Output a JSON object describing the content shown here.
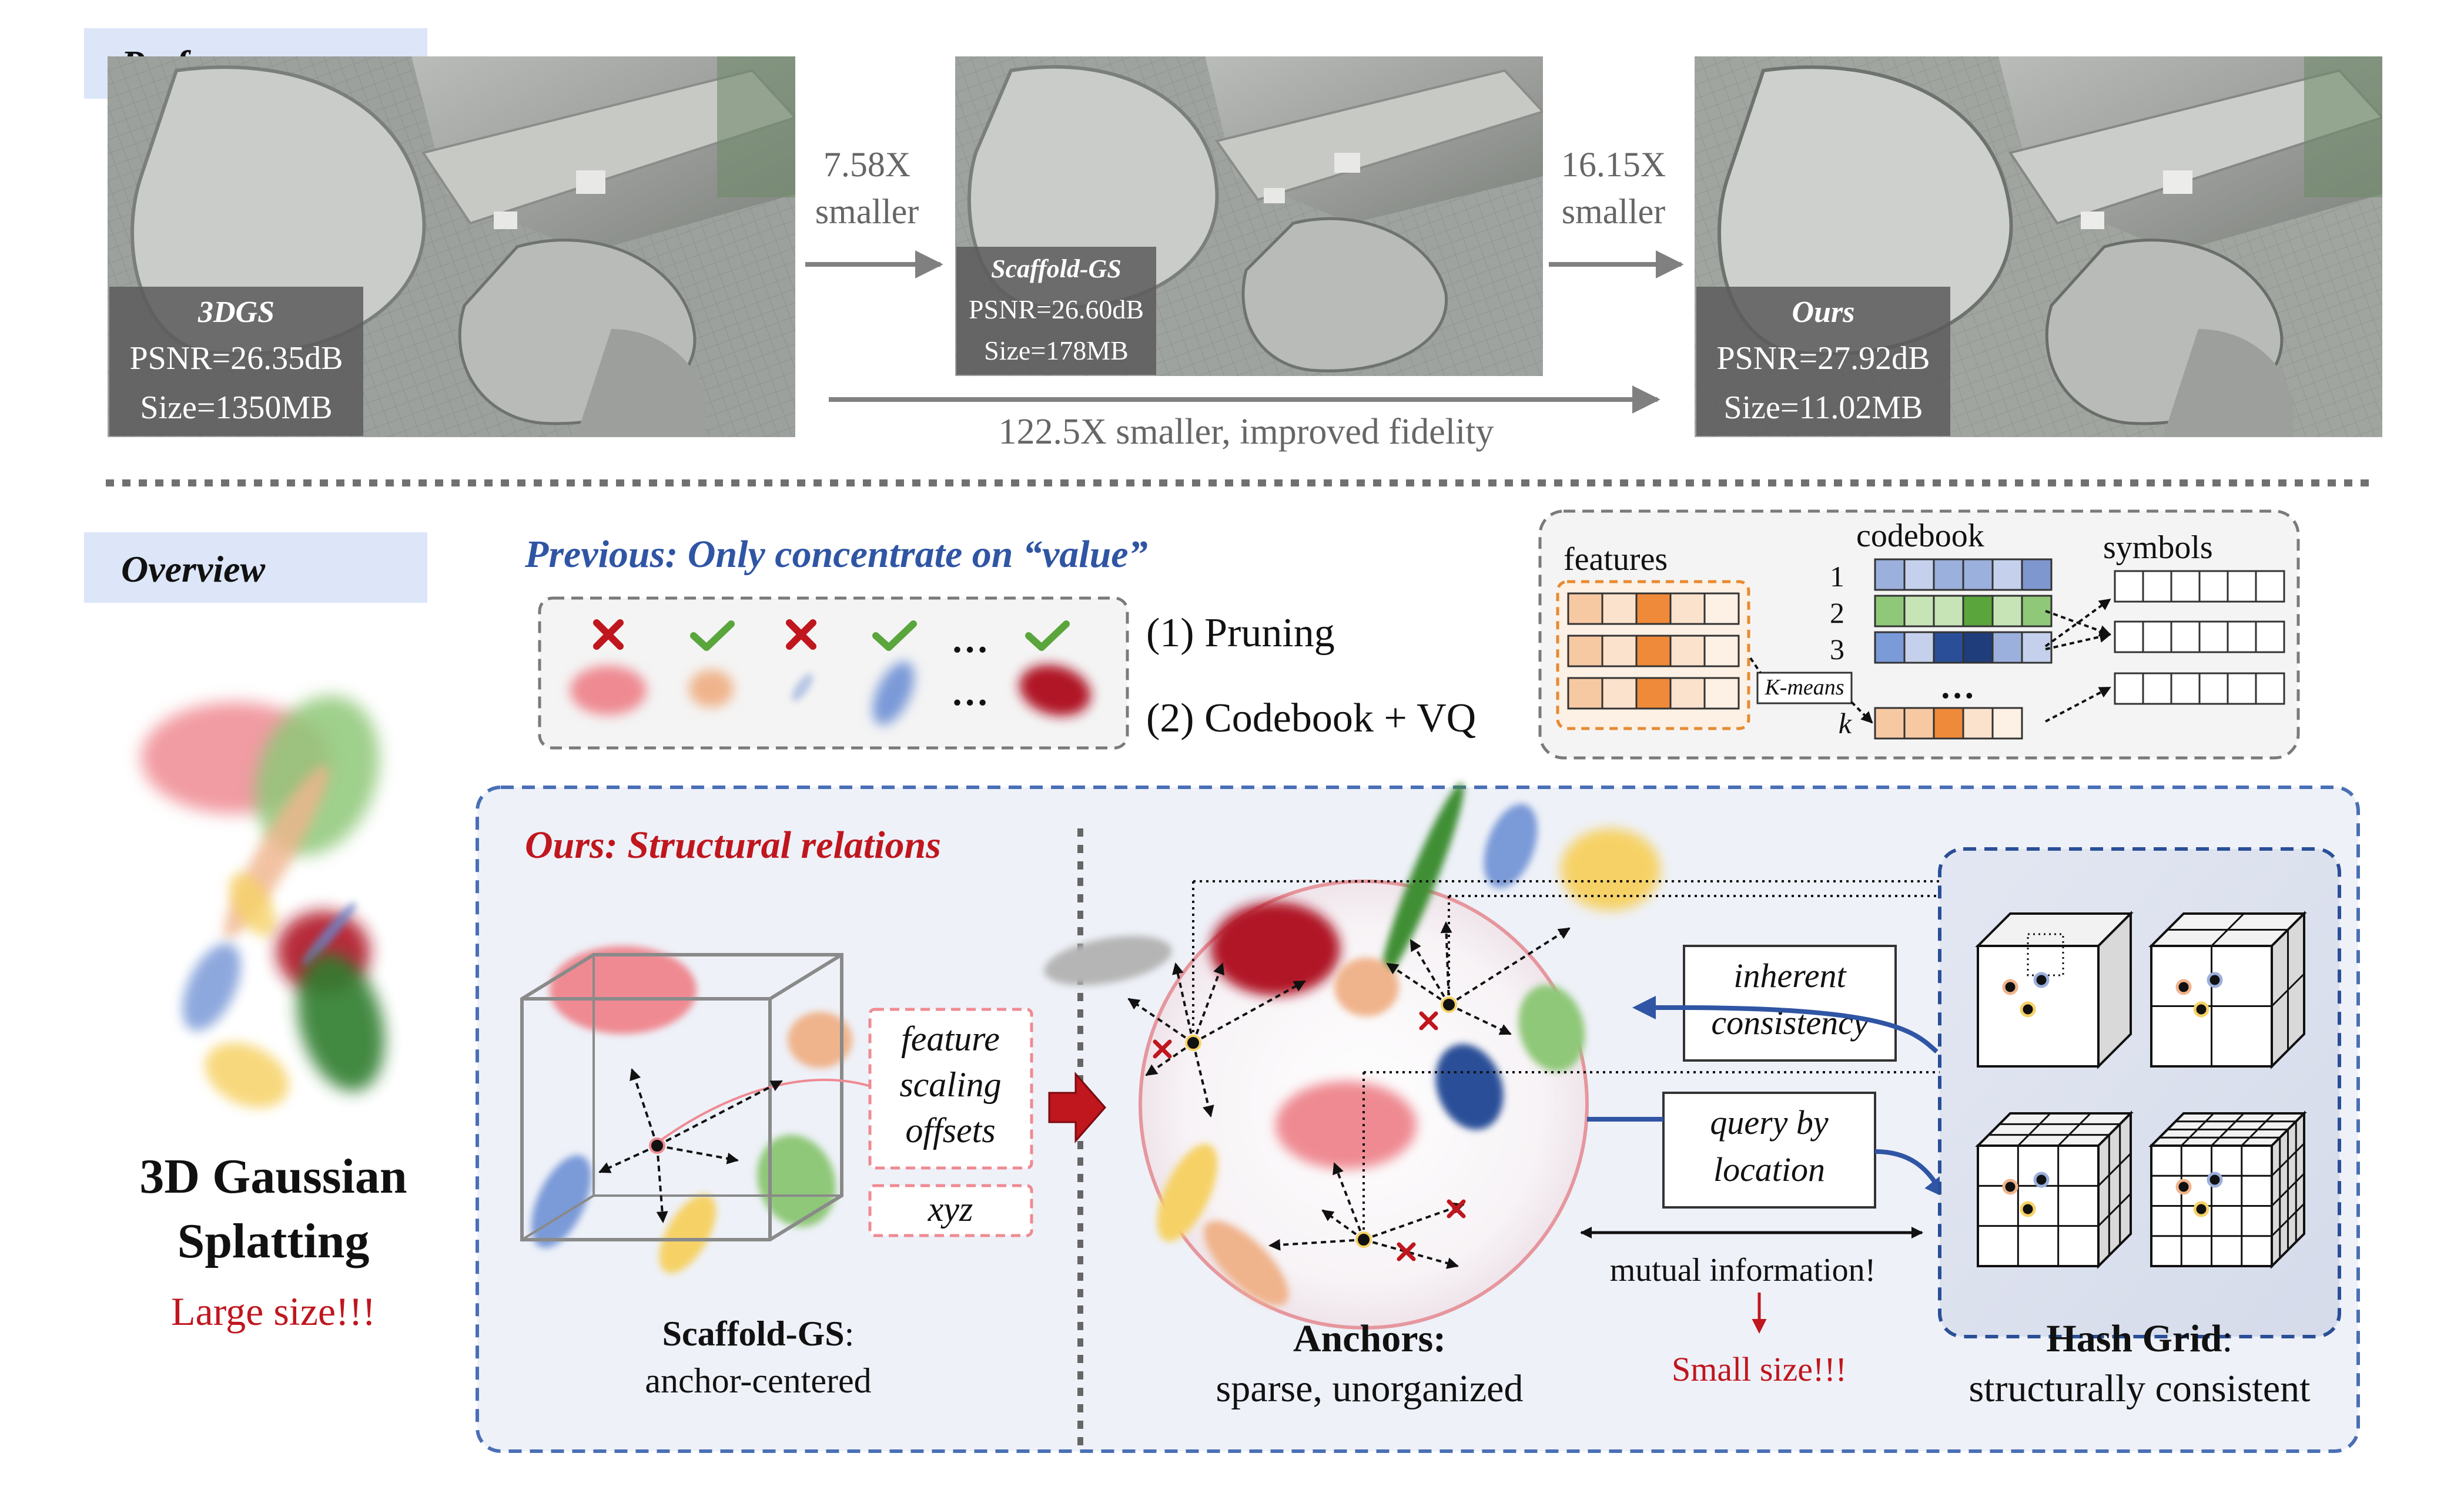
{
  "performance": {
    "section_label": "Performance",
    "panels": [
      {
        "method": "3DGS",
        "psnr": "PSNR=26.35dB",
        "size": "Size=1350MB"
      },
      {
        "method": "Scaffold-GS",
        "psnr": "PSNR=26.60dB",
        "size": "Size=178MB"
      },
      {
        "method": "Ours",
        "psnr": "PSNR=27.92dB",
        "size": "Size=11.02MB"
      }
    ],
    "arrow1": {
      "line1": "7.58X",
      "line2": "smaller"
    },
    "arrow2": {
      "line1": "16.15X",
      "line2": "smaller"
    },
    "long_arrow": "122.5X smaller, improved fidelity"
  },
  "overview": {
    "section_label": "Overview",
    "gaussian_title_1": "3D Gaussian",
    "gaussian_title_2": "Splatting",
    "gaussian_note": "Large size!!!"
  },
  "previous": {
    "title": "Previous: Only concentrate on “value”",
    "ellipsis": "…",
    "pruning": "(1) Pruning",
    "codebook_vq": "(2) Codebook + VQ"
  },
  "codebook_box": {
    "features": "features",
    "codebook": "codebook",
    "symbols": "symbols",
    "kmeans": "K-means",
    "row_labels": [
      "1",
      "2",
      "3",
      "k"
    ],
    "dots": "…"
  },
  "ours": {
    "title": "Ours: Structural relations",
    "attr_1": "feature",
    "attr_2": "scaling",
    "attr_3": "offsets",
    "attr_xyz": "xyz",
    "scaffold_bold": "Scaffold-GS",
    "scaffold_colon": ":",
    "scaffold_sub": "anchor-centered",
    "anchors_title": "Anchors:",
    "anchors_sub": "sparse, unorganized",
    "inherent_1": "inherent",
    "inherent_2": "consistency",
    "query_1": "query by",
    "query_2": "location",
    "mutual": "mutual information!",
    "small_size": "Small size!!!",
    "hash_bold": "Hash Grid",
    "hash_colon": ":",
    "hash_sub": "structurally consistent"
  },
  "colors": {
    "blue_title": "#2f55a4",
    "red_title": "#c0161e",
    "label_bg": "#dce6f8",
    "dashed_blue": "#4a6fb5",
    "cross": "#c0161e",
    "check": "#5aa53c"
  }
}
